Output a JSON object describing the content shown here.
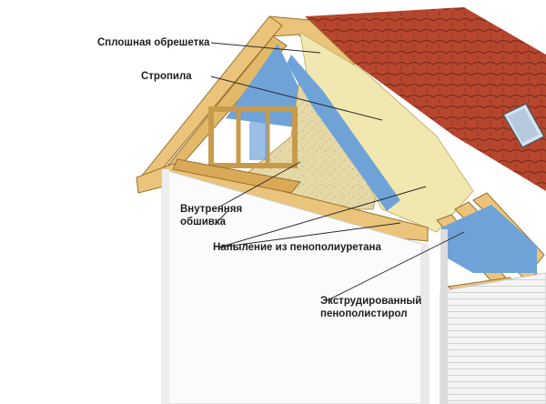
{
  "labels": {
    "sheathing": "Сплошная обрешетка",
    "rafters": "Стропила",
    "inner_lining_l1": "Внутренняя",
    "inner_lining_l2": "обшивка",
    "pu_foam": "Напыление из пенополиуретана",
    "xps_l1": "Экструдированный",
    "xps_l2": "пенополистирол"
  },
  "colors": {
    "roof_tile": "#b7462f",
    "wood": "#e9c47a",
    "wood_edge": "#9c6e2c",
    "osb": "#e6d9a8",
    "foam": "#f0e8b0",
    "xps": "#6fa3d8",
    "wall": "#fbfbfb",
    "leader": "#2a2a2a"
  }
}
